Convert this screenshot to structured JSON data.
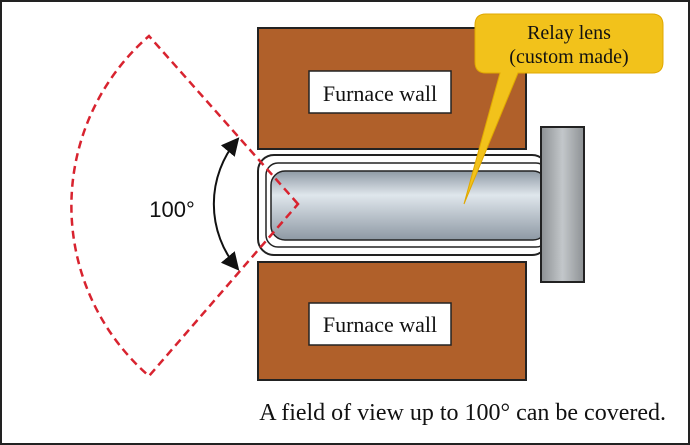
{
  "labels": {
    "furnace_wall_top": "Furnace wall",
    "furnace_wall_bottom": "Furnace wall",
    "relay_lens_line1": "Relay lens",
    "relay_lens_line2": "(custom made)",
    "angle": "100°",
    "caption": "A field of view up to 100° can be covered."
  },
  "colors": {
    "furnace_wall": "#b0602a",
    "lens_callout": "#f2c21b",
    "fov_boundary": "#d8232f",
    "lens_body": "#b9c4cf",
    "lens_flange": "#a7abae",
    "sheath": "#ffffff",
    "outline": "#222222"
  },
  "icons": {
    "angle_arrow": "double-headed-curved-arrow"
  }
}
